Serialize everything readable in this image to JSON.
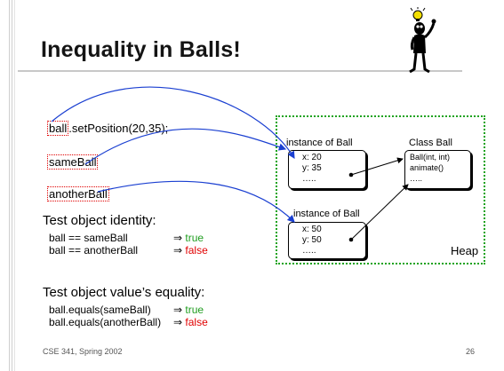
{
  "title": "Inequality in Balls!",
  "code_lines": {
    "line1_ref": "ball",
    "line1_rest": ".setPosition(20,35);",
    "line2": "sameBall",
    "line3": "anotherBall"
  },
  "identity": {
    "heading": "Test object identity:",
    "rows": [
      {
        "expr": "ball == sameBall",
        "arrow": "⇒",
        "result": "true"
      },
      {
        "expr": "ball == anotherBall",
        "arrow": "⇒",
        "result": "false"
      }
    ]
  },
  "equality": {
    "heading": "Test object value’s equality:",
    "rows": [
      {
        "expr": "ball.equals(sameBall)",
        "arrow": "⇒",
        "result": "true"
      },
      {
        "expr": "ball.equals(anotherBall)",
        "arrow": "⇒",
        "result": "false"
      }
    ]
  },
  "heap": {
    "label": "Heap",
    "instance1": {
      "header": "instance of Ball",
      "x": "x: 20",
      "y": "y: 35",
      "more": "….."
    },
    "instance2": {
      "header": "instance of Ball",
      "x": "x: 50",
      "y": "y: 50",
      "more": "….."
    },
    "class_ball": {
      "header": "Class Ball",
      "line1": "Ball(int, int)",
      "line2": "animate()",
      "line3": "….."
    }
  },
  "footer": {
    "course": "CSE 341, Spring 2002",
    "page": "26"
  },
  "colors": {
    "true_color": "#1f9d1f",
    "false_color": "#e00000",
    "heap_border": "#1ea31e",
    "arrow_color": "#1a3fd1"
  }
}
